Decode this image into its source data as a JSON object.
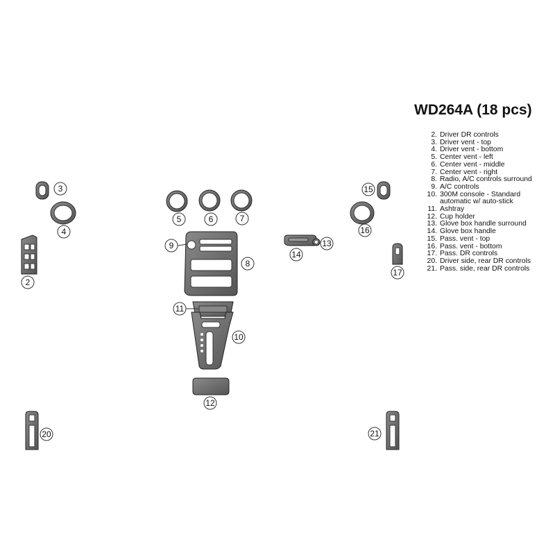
{
  "header": {
    "title": "WD264A (18 pcs)"
  },
  "legend": [
    {
      "num": "2.",
      "label": "Driver DR controls"
    },
    {
      "num": "3.",
      "label": "Driver vent - top"
    },
    {
      "num": "4.",
      "label": "Driver vent - bottom"
    },
    {
      "num": "5.",
      "label": "Center vent - left"
    },
    {
      "num": "6.",
      "label": "Center vent - middle"
    },
    {
      "num": "7.",
      "label": "Center vent - right"
    },
    {
      "num": "8.",
      "label": "Radio, A/C controls surround"
    },
    {
      "num": "9.",
      "label": "A/C controls"
    },
    {
      "num": "10.",
      "label": "300M console - Standard\nautomatic w/ auto-stick"
    },
    {
      "num": "11.",
      "label": "Ashtray"
    },
    {
      "num": "12.",
      "label": "Cup holder"
    },
    {
      "num": "13.",
      "label": "Glove box handle surround"
    },
    {
      "num": "14.",
      "label": "Glove box handle"
    },
    {
      "num": "15.",
      "label": "Pass. vent - top"
    },
    {
      "num": "16.",
      "label": "Pass. vent - bottom"
    },
    {
      "num": "17.",
      "label": "Pass. DR controls"
    },
    {
      "num": "20.",
      "label": "Driver side, rear DR controls"
    },
    {
      "num": "21.",
      "label": "Pass. side, rear DR controls"
    }
  ],
  "callouts": [
    "2",
    "3",
    "4",
    "5",
    "6",
    "7",
    "8",
    "9",
    "10",
    "11",
    "12",
    "13",
    "14",
    "15",
    "16",
    "17",
    "20",
    "21"
  ],
  "colors": {
    "part_fill": "#6a6a6a",
    "part_stroke": "#222222",
    "callout_stroke": "#333333"
  }
}
